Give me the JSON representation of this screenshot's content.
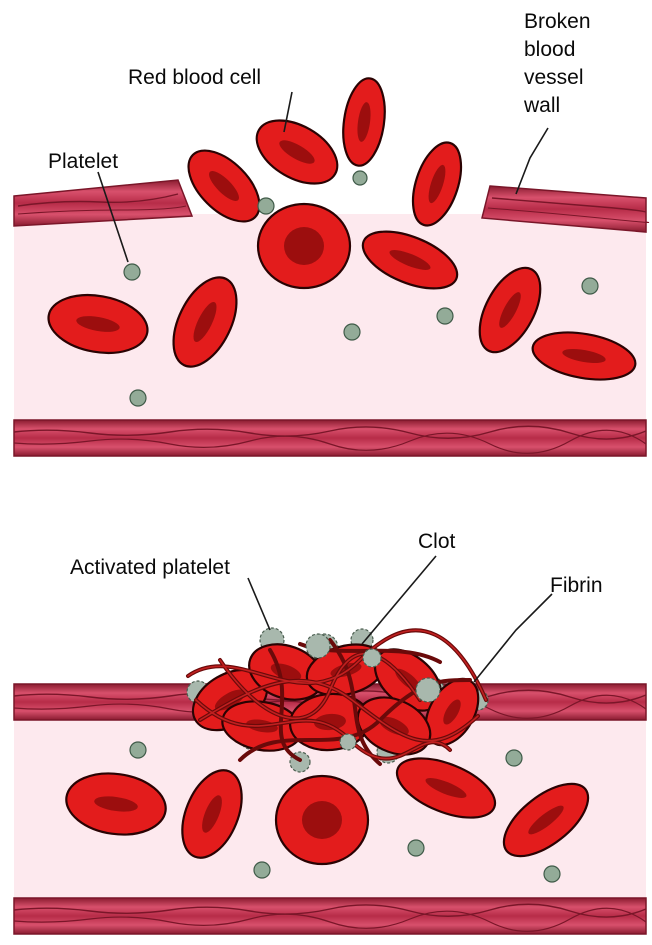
{
  "labels": {
    "red_blood_cell": "Red blood cell",
    "platelet": "Platelet",
    "broken_wall": [
      "Broken",
      "blood",
      "vessel",
      "wall"
    ],
    "activated_platelet": "Activated platelet",
    "clot": "Clot",
    "fibrin": "Fibrin"
  },
  "colors": {
    "plasma": "#fde9ee",
    "vessel_wall": "#cc3d5c",
    "vessel_wall_dark": "#7a1629",
    "red_blood_cell": "#e31c1c",
    "platelet": "#93ab98",
    "activated_platelet": "#a8b8ad",
    "fibrin": "#6a0a0a"
  }
}
